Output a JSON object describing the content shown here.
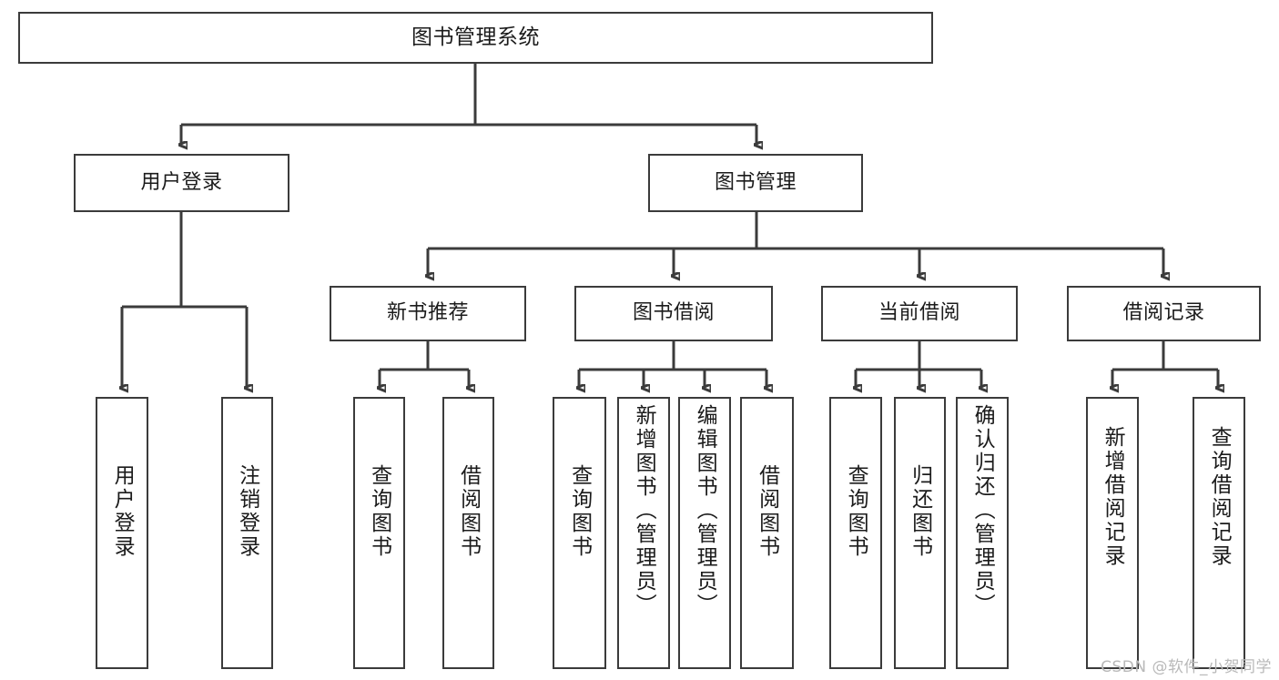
{
  "diagram": {
    "title": "图书管理系统",
    "type": "tree",
    "watermark": "CSDN @软件_小贺同学",
    "colors": {
      "box_border": "#3b3b3b",
      "box_fill": "#ffffff",
      "connector": "#3b3b3b",
      "text": "#1b1b1b",
      "watermark": "#b9b9b9",
      "background": "#ffffff"
    },
    "levels": {
      "level1": [
        {
          "id": "root",
          "label": "图书管理系统"
        }
      ],
      "level2": [
        {
          "id": "user-login",
          "label": "用户登录"
        },
        {
          "id": "book-manage",
          "label": "图书管理"
        }
      ],
      "level3": [
        {
          "id": "new-book-rec",
          "label": "新书推荐"
        },
        {
          "id": "book-borrow",
          "label": "图书借阅"
        },
        {
          "id": "current-borrow",
          "label": "当前借阅"
        },
        {
          "id": "borrow-record",
          "label": "借阅记录"
        }
      ],
      "level4": [
        {
          "id": "leaf-user-login",
          "label": "用户登录",
          "parent": "user-login"
        },
        {
          "id": "leaf-user-logout",
          "label": "注销登录",
          "parent": "user-login"
        },
        {
          "id": "leaf-query-book-1",
          "label": "查询图书",
          "parent": "new-book-rec"
        },
        {
          "id": "leaf-borrow-book-1",
          "label": "借阅图书",
          "parent": "new-book-rec"
        },
        {
          "id": "leaf-query-book-2",
          "label": "查询图书",
          "parent": "book-borrow"
        },
        {
          "id": "leaf-add-book",
          "label": "新增图书（管理员）",
          "parent": "book-borrow"
        },
        {
          "id": "leaf-edit-book",
          "label": "编辑图书（管理员）",
          "parent": "book-borrow"
        },
        {
          "id": "leaf-borrow-book-2",
          "label": "借阅图书",
          "parent": "book-borrow"
        },
        {
          "id": "leaf-query-book-3",
          "label": "查询图书",
          "parent": "current-borrow"
        },
        {
          "id": "leaf-return-book",
          "label": "归还图书",
          "parent": "current-borrow"
        },
        {
          "id": "leaf-confirm-return",
          "label": "确认归还（管理员）",
          "parent": "current-borrow"
        },
        {
          "id": "leaf-add-record",
          "label": "新增借阅记录",
          "parent": "borrow-record"
        },
        {
          "id": "leaf-query-record",
          "label": "查询借阅记录",
          "parent": "borrow-record"
        }
      ]
    }
  }
}
